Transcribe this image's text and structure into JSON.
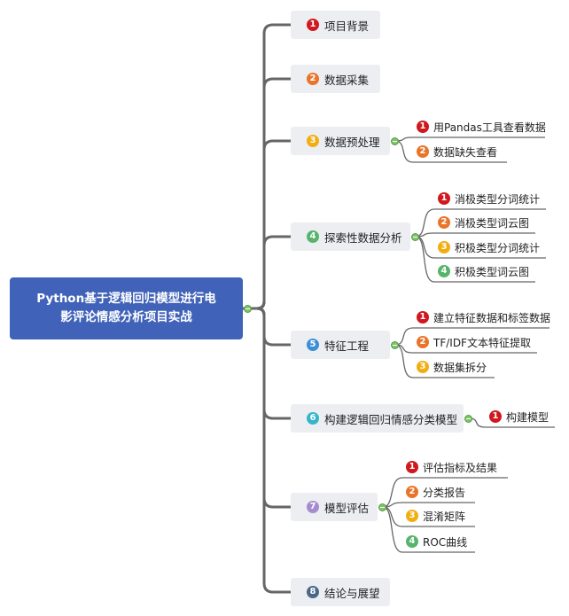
{
  "root": {
    "title_line1": "Python基于逻辑回归模型进行电",
    "title_line2": "影评论情感分析项目实战"
  },
  "branches": [
    {
      "num": "1",
      "label": "项目背景",
      "color": "#d0181e",
      "children": []
    },
    {
      "num": "2",
      "label": "数据采集",
      "color": "#e9742a",
      "children": []
    },
    {
      "num": "3",
      "label": "数据预处理",
      "color": "#f1ae12",
      "children": [
        {
          "num": "1",
          "label": "用Pandas工具查看数据",
          "color": "#d0181e"
        },
        {
          "num": "2",
          "label": "数据缺失查看",
          "color": "#e9742a"
        }
      ]
    },
    {
      "num": "4",
      "label": "探索性数据分析",
      "color": "#57b56b",
      "children": [
        {
          "num": "1",
          "label": "消极类型分词统计",
          "color": "#d0181e"
        },
        {
          "num": "2",
          "label": "消极类型词云图",
          "color": "#e9742a"
        },
        {
          "num": "3",
          "label": "积极类型分词统计",
          "color": "#f1ae12"
        },
        {
          "num": "4",
          "label": "积极类型词云图",
          "color": "#57b56b"
        }
      ]
    },
    {
      "num": "5",
      "label": "特征工程",
      "color": "#3a8fd6",
      "children": [
        {
          "num": "1",
          "label": "建立特征数据和标签数据",
          "color": "#d0181e"
        },
        {
          "num": "2",
          "label": "TF/IDF文本特征提取",
          "color": "#e9742a"
        },
        {
          "num": "3",
          "label": "数据集拆分",
          "color": "#f1ae12"
        }
      ]
    },
    {
      "num": "6",
      "label": "构建逻辑回归情感分类模型",
      "color": "#33b6c9",
      "children": [
        {
          "num": "1",
          "label": "构建模型",
          "color": "#d0181e"
        }
      ]
    },
    {
      "num": "7",
      "label": "模型评估",
      "color": "#a78bd0",
      "children": [
        {
          "num": "1",
          "label": "评估指标及结果",
          "color": "#d0181e"
        },
        {
          "num": "2",
          "label": "分类报告",
          "color": "#e9742a"
        },
        {
          "num": "3",
          "label": "混淆矩阵",
          "color": "#f1ae12"
        },
        {
          "num": "4",
          "label": "ROC曲线",
          "color": "#57b56b"
        }
      ]
    },
    {
      "num": "8",
      "label": "结论与展望",
      "color": "#4a6788",
      "children": []
    }
  ],
  "colors": {
    "root_fill": "#4062b8",
    "branch_fill": "#eceef2",
    "connector": "#666666",
    "collapse": "#7fc36a"
  }
}
